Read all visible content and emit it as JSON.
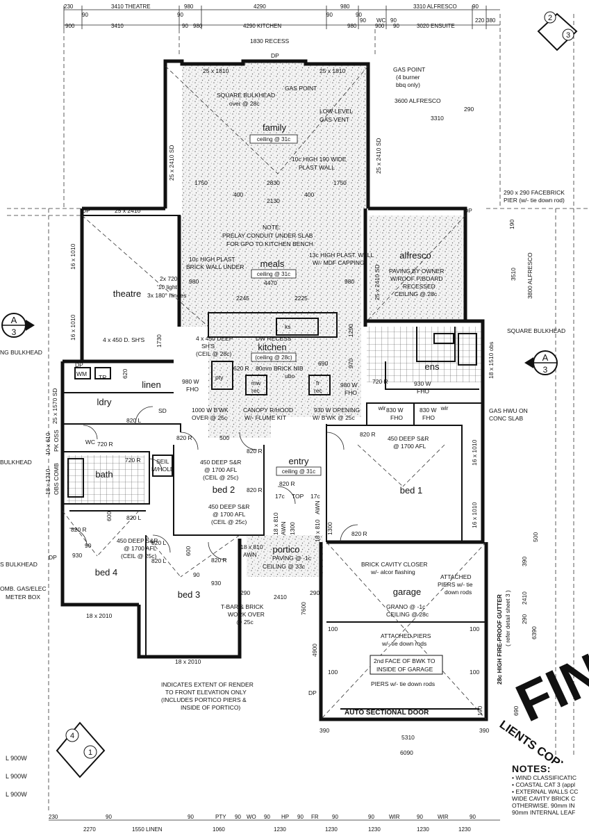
{
  "top_dims": {
    "row1": [
      "3410 THEATRE",
      "980",
      "4290",
      "980",
      "3310 ALFRESCO"
    ],
    "row1_small": [
      "230",
      "90",
      "90",
      "90",
      "90",
      "90"
    ],
    "row2": [
      "3410",
      "980",
      "4290 KITCHEN",
      "980",
      "WC",
      "900",
      "3020 ENSUITE",
      "220",
      "380"
    ],
    "row2_small": [
      "900",
      "90",
      "90",
      "90",
      "90"
    ]
  },
  "rooms": {
    "family": "family",
    "family_ceiling": "ceiling @ 31c",
    "meals": "meals",
    "meals_ceiling": "ceiling @ 31c",
    "kitchen": "kitchen",
    "kitchen_ceiling": "(ceiling @ 28c)",
    "theatre": "theatre",
    "alfresco": "alfresco",
    "linen": "linen",
    "ldry": "ldry",
    "bath": "bath",
    "ens": "ens",
    "bed1": "bed 1",
    "bed2": "bed 2",
    "bed3": "bed 3",
    "bed4": "bed 4",
    "garage": "garage",
    "entry": "entry",
    "entry_ceiling": "ceiling @ 31c",
    "portico": "portico",
    "wir1": "wir",
    "wir2": "wir",
    "wc": "WC"
  },
  "annotations": {
    "recess": "1830 RECESS",
    "dp": "DP",
    "gas_point": "GAS POINT",
    "gas_point_note": "GAS POINT",
    "gas_point_note2": "(4 burner",
    "gas_point_note3": "bbq only)",
    "alfresco_3600": "3600 ALFRESCO",
    "dim_3310": "3310",
    "dim_290": "290",
    "square_bulkhead": "SQUARE BULKHEAD",
    "square_bulkhead2": "over @ 28c",
    "low_level": "LOW LEVEL",
    "gas_vent": "GAS VENT",
    "lintel_25x1810_a": "25 x 1810",
    "lintel_25x1810_b": "25 x 1810",
    "plast_wall": "10c HIGH 190 WIDE",
    "plast_wall2": "PLAST WALL",
    "dim_1750a": "1750",
    "dim_2830": "2830",
    "dim_1750b": "1750",
    "dim_400a": "400",
    "dim_400b": "400",
    "dim_2130": "2130",
    "sd_2410_a": "25 x 2410 SD",
    "sd_2410_b": "25 x 2410 SD",
    "sd_2410_c": "25 x 2410 SD",
    "note": "NOTE:",
    "prelay": "PRELAY CONDUIT UNDER SLAB",
    "prelay2": "FOR GPO TO KITCHEN BENCH",
    "facebrick": "290 x 290 FACEBRICK",
    "facebrick2": "PIER (w/- tie down rod)",
    "dim_25x2410": "25 x 2410",
    "w_1010a": "16 x 1010",
    "w_1010b": "16 x 1010",
    "brick_wall": "10c HIGH PLAST",
    "brick_wall2": "BRICK WALL UNDER",
    "plast_wall_13c": "13c HIGH PLAST. WALL",
    "plast_wall_13c2": "W/- MDF CAPPING",
    "alfresco_paving": "PAVING BY OWNER",
    "alfresco_paving2": "W/ROOF P/BOARD",
    "alfresco_paving3": "RECESSED",
    "alfresco_paving4": "CEILING @ 28c",
    "dim_3510": "3510",
    "dim_3800": "3800 ALFRESCO",
    "dim_190": "190",
    "door_2x720": "2x 720",
    "door_10light": "'10 light'",
    "door_180": "3x 180° hinges",
    "dim_980a": "980",
    "dim_4470": "4470",
    "dim_980b": "980",
    "dim_2245": "2245",
    "dim_2225": "2225",
    "dim_1730": "1730",
    "dw_recess": "DW RECESS",
    "ks": "ks",
    "deep_sh": "4 x 450 DEEP",
    "deep_sh2": "SH'S",
    "deep_sh3": "(CEIL @ 28c)",
    "dsh_theatre": "4 x 450 D. SH'S",
    "square_bulkhead_r": "SQUARE BULKHEAD",
    "w_1510": "18 x 1510 obs",
    "ng_bulkhead": "NG BULKHEAD",
    "wm": "WM",
    "tr": "TR",
    "dim_620": "620",
    "dim_620r": "620 R",
    "dim_80brick": "80mm BRICK NIB",
    "ubo": "ubo",
    "dim_690": "690",
    "dim_970": "970",
    "dim_1290": "1290",
    "pty": "pty",
    "mw": "mw",
    "rec": "rec",
    "fr": "fr",
    "fr_rec": "rec",
    "fho_980a": "980 W",
    "fho_980a2": "FHO",
    "fho_980b": "980 W",
    "fho_980b2": "FHO",
    "fho_930": "930 W",
    "fho_930b": "FHO",
    "dim_720r": "720 R",
    "w_1570": "25 x 1570 SD",
    "sd": "SD",
    "dim_820l": "820 L",
    "bwk_1000": "1000 W B'WK",
    "bwk_1000b": "OVER @ 25c",
    "canopy": "CANOPY R/HOOD",
    "canopy2": "W/- FLUME KIT",
    "opening_930": "930 W OPENING",
    "opening_930b": "W/ B'WK @ 25c",
    "fho_830a": "830 W",
    "fho_830a2": "FHO",
    "fho_830b": "830 W",
    "fho_830b2": "FHO",
    "gas_hwu": "GAS HWU ON",
    "gas_hwu2": "CONC SLAB",
    "w_610": "10 x 610",
    "w_610b": "PK OSS",
    "dim_720r_b": "720 R",
    "bulkhead_l": "BULKHEAD",
    "dim_820r_a": "820 R",
    "dim_500": "500",
    "dim_820r_b": "820 R",
    "dim_820r_c": "820 R",
    "sh_bed2": "450 DEEP S&R",
    "sh_bed2b": "@ 1700 AFL",
    "sh_bed2c": "(CEIL @ 25c)",
    "sh_bed1": "450 DEEP S&R",
    "sh_bed1b": "@ 1700 AFL",
    "w_1010c": "16 x 1010",
    "w_1010d": "16 x 1010",
    "w_1210": "18 x 1210",
    "w_1210b": "OBS COMB",
    "seil": "SEIL",
    "manhole": "M/HOLE",
    "dim_820r_d": "820 R",
    "dim_720r_c": "720 R",
    "dim_820l_b": "820 L",
    "dim_600": "600",
    "sh_bed2_2": "450 DEEP S&R",
    "sh_bed2_2b": "@ 1700 AFL",
    "sh_bed2_2c": "(CEIL @ 25c)",
    "dim_820r_e": "820 R",
    "top": "TOP",
    "dim_17c_a": "17c",
    "dim_17c_b": "17c",
    "dim_820r_f": "820 R",
    "awn_810a": "18 x 810",
    "awn_810b": "AWN",
    "awn_810c": "18 x 810",
    "awn_810d": "AWN",
    "dim_1300a": "1300",
    "dim_1300b": "1300",
    "dim_820l_c": "820 L",
    "dim_820r_g": "820 R",
    "sh_bed4": "450 DEEP S&R",
    "sh_bed4b": "@ 1700 AFL",
    "sh_bed4c": "(CEIL @ 25c)",
    "dim_90a": "90",
    "dim_930a": "930",
    "dim_600b": "600",
    "dim_820l_d": "820 L",
    "dim_820r_h": "820 R",
    "awn_810e": "18 x 810",
    "awn_810f": "AWN",
    "portico_paving": "PAVING @ -1c",
    "portico_ceiling": "CEILING @ 33c",
    "brick_cavity": "BRICK CAVITY CLOSER",
    "brick_cavity2": "w/- alcor flashing",
    "attached_piers": "ATTACHED",
    "attached_piers2": "PIERS w/- tie",
    "attached_piers3": "down rods",
    "s_bulkhead": "S BULKHEAD",
    "comb_gas": "OMB. GAS/ELEC",
    "meter_box": "METER BOX",
    "dim_90b": "90",
    "dim_930b": "930",
    "dim_290b": "290",
    "dim_2410": "2410",
    "dim_290c": "290",
    "tbar": "T-BAR & BRICK",
    "tbar2": "WORK OVER",
    "tbar3": "@ 25c",
    "grano": "GRANO @ -1c",
    "grano2": "CEILING @ 28c",
    "w_2010a": "18 x 2010",
    "w_2010b": "18 x 2010",
    "dim_7600": "7600",
    "dim_4900": "4900",
    "attached_piers_b": "ATTACHED PIERS",
    "attached_piers_b2": "w/- tie down rods",
    "second_face": "2nd FACE OF BWK TO",
    "second_face2": "INSIDE OF GARAGE",
    "render": "INDICATES EXTENT OF RENDER",
    "render2": "TO FRONT ELEVATION ONLY",
    "render3": "(INCLUDES PORTICO PIERS &",
    "render4": "INSIDE OF PORTICO)",
    "dim_100a": "100",
    "dim_100b": "100",
    "dim_100c": "100",
    "dim_100d": "100",
    "piers_tie": "PIERS w/- tie down rods",
    "auto_door": "AUTO SECTIONAL DOOR",
    "dim_190b": "190",
    "dim_390a": "390",
    "dim_390b": "390",
    "dim_5310": "5310",
    "dim_6090": "6090",
    "gutter": "28c HIGH FIRE-PROOF GUTTER",
    "gutter2": "( refer detail sheet 3 )",
    "dim_2410r": "2410",
    "dim_2290": "290",
    "dim_6390": "6390",
    "dim_690b": "690",
    "dim_390c": "390",
    "dim_500b": "500",
    "stamp": "FIN",
    "clients": "LIENTS COPY",
    "section_a_left": "A",
    "section_a_left_n": "3",
    "section_a_right": "A",
    "section_a_right_n": "3",
    "elev_top_a": "2",
    "elev_top_b": "3",
    "elev_bottom_a": "4",
    "elev_bottom_b": "1"
  },
  "legend_left": [
    "L 900W",
    "L 900W",
    "L 900W"
  ],
  "notes": {
    "title": "NOTES:",
    "lines": [
      "• WIND CLASSIFICATIC",
      "• COASTAL CAT 3 (appl",
      "• EXTERNAL WALLS CC",
      "WIDE CAVITY BRICK C",
      "OTHERWISE. 90mm IN",
      "90mm INTERNAL LEAF"
    ]
  },
  "bottom_dims": {
    "row1": [
      "230",
      "90",
      "90",
      "PTY",
      "90",
      "WO",
      "90",
      "HP",
      "90",
      "FR",
      "90",
      "90",
      "WIR",
      "90",
      "WIR",
      "90"
    ],
    "row2": [
      "2270",
      "1550 LINEN",
      "1060",
      "1230",
      "1230",
      "1230",
      "1230",
      "1230"
    ]
  }
}
